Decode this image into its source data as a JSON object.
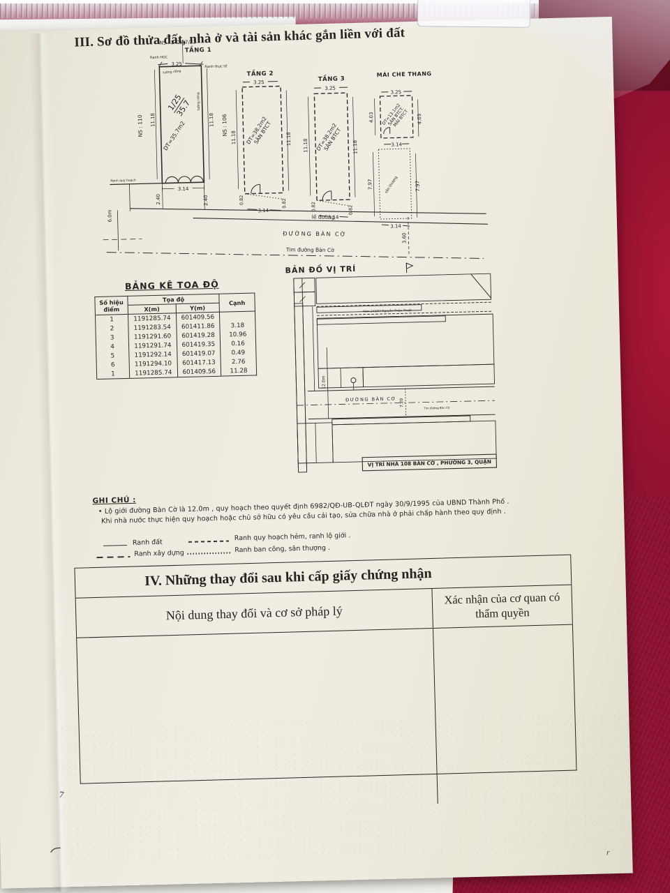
{
  "header": {
    "section_title": "III. Sơ đồ thửa đất, nhà ở và tài sản khác gắn liền với đất"
  },
  "plans": {
    "ns_ref": "NS : 242/97/23",
    "t1": {
      "label": "TẦNG 1",
      "top_dim": "3.25",
      "ranh_hgc": "Ranh HGC",
      "ranh_thucte": "Ranh thực tế",
      "tuong_rieng": "tường riêng",
      "ns_left": "NS : 110",
      "ns_right": "NS : 106",
      "side_left": "11.18",
      "side_right": "11.18",
      "lot_no": "1/25",
      "lot_area": "35.7",
      "area": "DT=35.7m2",
      "bottom_dim": "3.14",
      "off_left": "2.40",
      "off_right": "2.40"
    },
    "t2": {
      "label": "TẦNG 2",
      "top_dim": "3.25",
      "side_left": "11.18",
      "side_right": "11.18",
      "area": "DT=38.2m2",
      "deck": "SÂN BTCT",
      "edge_left": "0.82",
      "edge_right": "0.82",
      "bottom_dim": "3.14"
    },
    "t3": {
      "label": "TẦNG 3",
      "top_dim": "3.25",
      "side_left": "11.18",
      "side_right": "11.18",
      "area": "DT=38.2m2",
      "deck": "SÂN BTCT",
      "edge_left": "0.82",
      "edge_right": "0.82",
      "bottom_dim": "3.14"
    },
    "mai": {
      "label": "MÁI CHE THANG",
      "top_dim": "3.25",
      "side_left": "4.03",
      "side_right": "4.03",
      "area": "DT=13.1m2",
      "deck": "SÂN BTCT.",
      "roof": "MÁI BTCT",
      "mid_dim": "3.14",
      "lower_left": "7.97",
      "lower_right": "7.97",
      "terrace": "sân thượng",
      "bottom_dim": "3.14"
    },
    "road": {
      "ranh_quy_hoach": "Ranh quy hoạch",
      "sidewalk": "lề đường",
      "street": "ĐƯỜNG BÀN CỜ",
      "centerline": "Tim đường Bàn Cờ",
      "dim_6m": "6.0m",
      "dim_360": "3.60"
    }
  },
  "coord_table": {
    "title": "BẢNG KÊ TOA ĐỘ",
    "col_point": "Số hiệu điểm",
    "col_coord": "Tọa độ",
    "col_x": "X(m)",
    "col_y": "Y(m)",
    "col_edge": "Cạnh",
    "rows": [
      [
        "1",
        "1191285.74",
        "601409.56",
        ""
      ],
      [
        "2",
        "1191283.54",
        "601411.86",
        "3.18"
      ],
      [
        "3",
        "1191291.60",
        "601419.28",
        "10.96"
      ],
      [
        "4",
        "1191291.74",
        "601419.35",
        "0.16"
      ],
      [
        "5",
        "1191292.14",
        "601419.07",
        "0.49"
      ],
      [
        "6",
        "1191294.10",
        "601417.13",
        "2.76"
      ],
      [
        "1",
        "1191285.74",
        "601409.56",
        "11.28"
      ]
    ]
  },
  "map": {
    "title": "BẢN ĐỒ VỊ TRÍ",
    "alley_label": "Hẻm 242/97 Nguyễn Thiện Thuật",
    "street_label": "ĐƯỜNG BÀN CỜ",
    "width_label": "12.0m",
    "dim_720": "7.20",
    "centerline_label": "Tim đường Bàn Cờ",
    "caption": "VỊ TRÍ NHÀ 108 BÀN CỜ , PHƯỜNG 3, QUẬN"
  },
  "notes": {
    "title": "GHI CHÚ :",
    "line1": "Lộ giới đường Bàn Cờ là 12.0m , quy hoạch theo quyết định 6982/QĐ-UB-QLĐT ngày 30/9/1995 của UBND Thành Phố .",
    "line2": "Khi nhà nước thực hiện quy hoạch hoặc chủ sở hữu có yêu cầu cải tạo, sửa chữa nhà ở phải chấp hành theo quy định .",
    "legend": [
      {
        "label": "Ranh đất"
      },
      {
        "label": "Ranh quy hoạch hẻm, ranh lộ giới ."
      },
      {
        "label": "Ranh xây dựng"
      },
      {
        "label": "Ranh ban công, sân thượng ."
      }
    ]
  },
  "section4": {
    "title": "IV. Những thay đổi sau khi cấp giấy chứng nhận",
    "col_content": "Nội dung thay đổi và cơ sở pháp lý",
    "col_confirm": "Xác nhận của cơ quan có thẩm quyền"
  },
  "marks": {
    "m1": "7",
    "m2": "r"
  }
}
